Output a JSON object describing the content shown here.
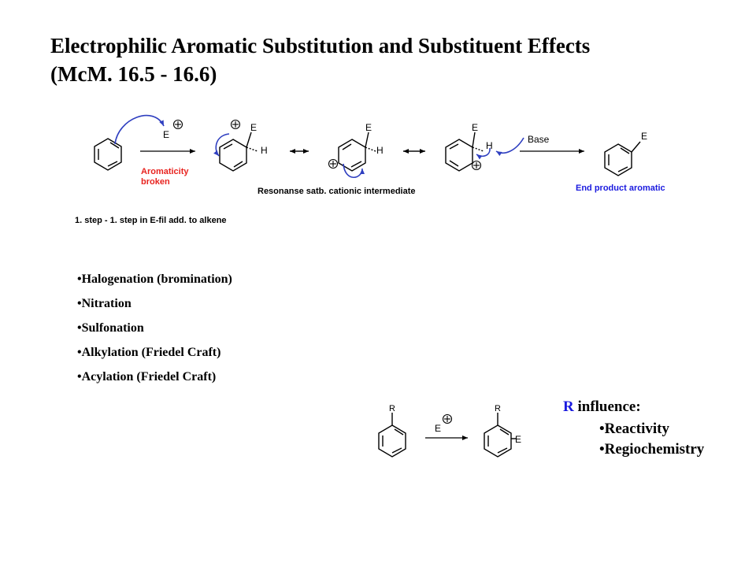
{
  "title": {
    "line1": "Electrophilic Aromatic Substitution and Substituent Effects",
    "line2": "(McM. 16.5 - 16.6)"
  },
  "scheme": {
    "electrophile": "E",
    "hydrogen": "H",
    "note_aromaticity": "Aromaticity",
    "note_broken": "broken",
    "resonance_label": "Resonanse satb. cationic intermediate",
    "base_label": "Base",
    "end_label": "End product aromatic",
    "step_note": "1. step - 1. step in E-fil add. to alkene",
    "substituent": "R",
    "colors": {
      "red": "#e8231f",
      "blue": "#1a1adf",
      "curly_arrow": "#2f3fc0"
    }
  },
  "reactions": [
    "Halogenation (bromination)",
    "Nitration",
    "Sulfonation",
    "Alkylation (Friedel Craft)",
    "Acylation (Friedel Craft)"
  ],
  "r_influence": {
    "letter": "R",
    "rest": " influence:",
    "items": [
      "Reactivity",
      "Regiochemistry"
    ]
  }
}
